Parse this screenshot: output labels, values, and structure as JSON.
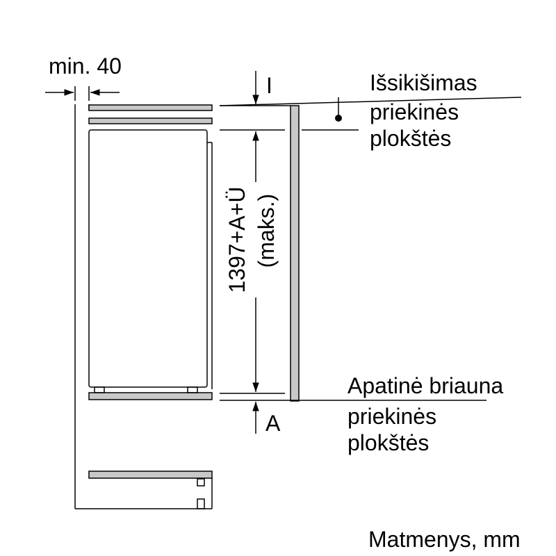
{
  "labels": {
    "min_gap": "min. 40",
    "top_gap_mark": "I",
    "overhang_line1": "Išsikišimas",
    "overhang_line2": "priekinės",
    "overhang_line3": "plokštės",
    "height_line1": "1397+A+Ü",
    "height_line2": "(maks.)",
    "bottom_edge_line1": "Apatinė briauna",
    "bottom_edge_line2": "priekinės",
    "bottom_edge_line3": "plokštės",
    "bottom_gap_mark": "A",
    "units": "Matmenys, mm"
  },
  "colors": {
    "line": "#000000",
    "panel_fill": "#c8c8c8",
    "background": "#ffffff"
  }
}
